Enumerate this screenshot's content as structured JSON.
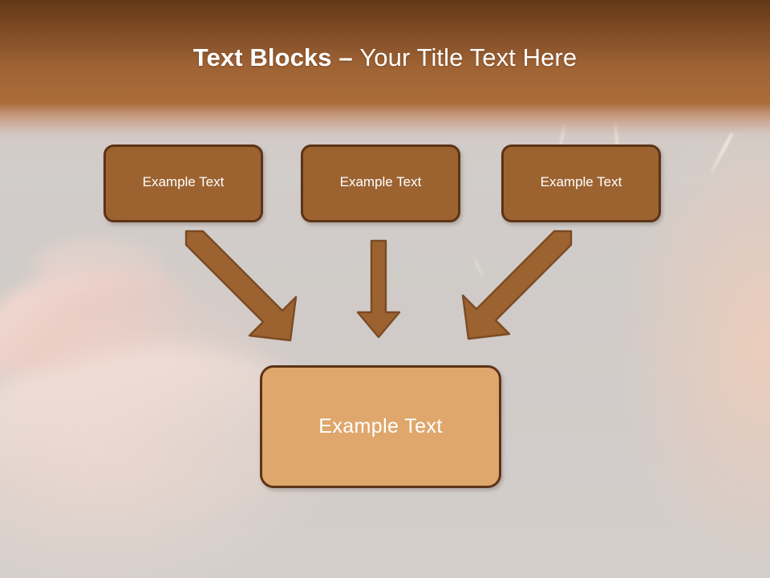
{
  "slide": {
    "title": {
      "strong": "Text Blocks ",
      "dash": "– ",
      "light": "Your Title Text Here",
      "full": "Text Blocks – Your Title Text Here"
    },
    "theme": {
      "header_top": "#623717",
      "header_bottom": "#ab6d3a",
      "box_fill": "#9c6331",
      "box_border": "#5c3317",
      "result_fill": "#dfa76c",
      "arrow_fill": "#9c6331",
      "arrow_stroke": "#7a4a22",
      "background": "#d2cecb",
      "text": "#ffffff"
    },
    "top_boxes": [
      {
        "id": "box-1",
        "label": "Example Text"
      },
      {
        "id": "box-2",
        "label": "Example Text"
      },
      {
        "id": "box-3",
        "label": "Example Text"
      }
    ],
    "result_box": {
      "id": "box-result",
      "label": "Example Text"
    },
    "arrows": [
      {
        "id": "arrow-left",
        "direction": "down-right",
        "from": "box-1",
        "to": "box-result"
      },
      {
        "id": "arrow-center",
        "direction": "down",
        "from": "box-2",
        "to": "box-result"
      },
      {
        "id": "arrow-right",
        "direction": "down-left",
        "from": "box-3",
        "to": "box-result"
      }
    ]
  }
}
